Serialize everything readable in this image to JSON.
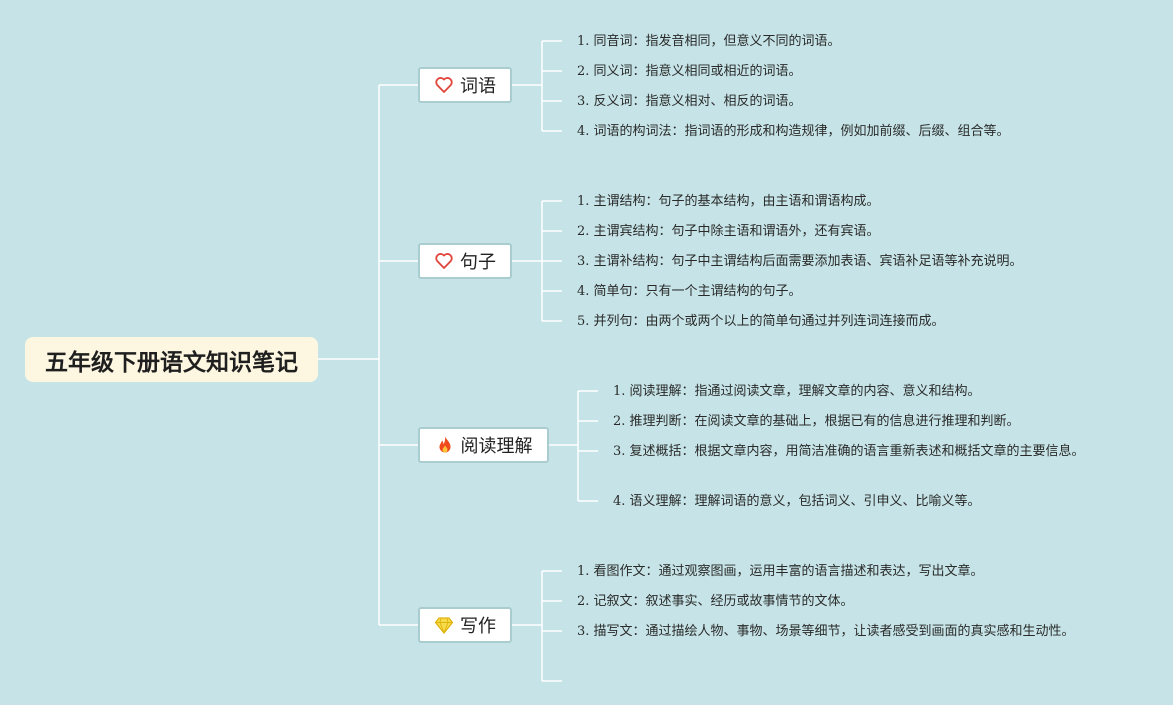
{
  "root_title": "五年级下册语文知识笔记",
  "branches": [
    {
      "label": "词语",
      "icon": "heart-icon",
      "items": [
        "1. 同音词：指发音相同，但意义不同的词语。",
        "2. 同义词：指意义相同或相近的词语。",
        "3. 反义词：指意义相对、相反的词语。",
        "4. 词语的构词法：指词语的形成和构造规律，例如加前缀、后缀、组合等。"
      ]
    },
    {
      "label": "句子",
      "icon": "heart-icon",
      "items": [
        "1. 主谓结构：句子的基本结构，由主语和谓语构成。",
        "2. 主谓宾结构：句子中除主语和谓语外，还有宾语。",
        "3. 主谓补结构：句子中主谓结构后面需要添加表语、宾语补足语等补充说明。",
        "4. 简单句：只有一个主谓结构的句子。",
        "5. 并列句：由两个或两个以上的简单句通过并列连词连接而成。"
      ]
    },
    {
      "label": "阅读理解",
      "icon": "fire-icon",
      "items": [
        "1. 阅读理解：指通过阅读文章，理解文章的内容、意义和结构。",
        "2. 推理判断：在阅读文章的基础上，根据已有的信息进行推理和判断。",
        "3. 复述概括：根据文章内容，用简洁准确的语言重新表述和概括文章的主要信息。",
        "4. 语义理解：理解词语的意义，包括词义、引申义、比喻义等。"
      ]
    },
    {
      "label": "写作",
      "icon": "diamond-icon",
      "items": [
        "1. 看图作文：通过观察图画，运用丰富的语言描述和表达，写出文章。",
        "2. 记叙文：叙述事实、经历或故事情节的文体。",
        "3. 描写文：通过描绘人物、事物、场景等细节，让读者感受到画面的真实感和生动性。",
        ""
      ]
    }
  ],
  "colors": {
    "background": "#c6e4e7",
    "line": "#ffffff",
    "topic_border": "#a9cdcf",
    "root_fill": "#fdf6e0",
    "heart": "#e0453a",
    "fire": "#f04a1c",
    "diamond": "#f2c81e"
  }
}
